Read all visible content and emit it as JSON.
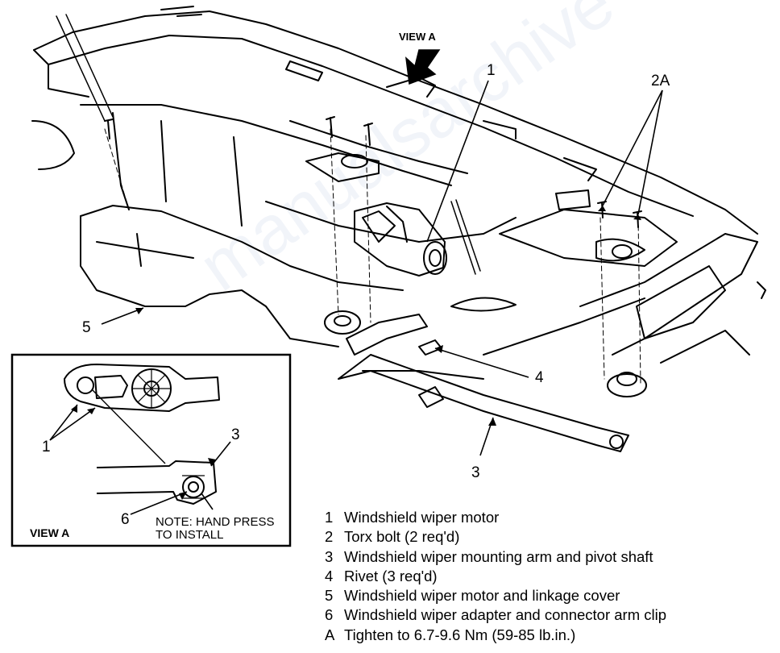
{
  "view_label": "VIEW A",
  "inset": {
    "title": "VIEW A",
    "note_line1": "NOTE: HAND PRESS",
    "note_line2": "TO INSTALL",
    "callouts": [
      "1",
      "3",
      "6"
    ]
  },
  "callouts": [
    "1",
    "2A",
    "3",
    "4",
    "5"
  ],
  "legend": [
    {
      "key": "1",
      "text": "Windshield wiper motor"
    },
    {
      "key": "2",
      "text": "Torx bolt (2 req'd)"
    },
    {
      "key": "3",
      "text": "Windshield wiper mounting arm and pivot shaft"
    },
    {
      "key": "4",
      "text": "Rivet (3 req'd)"
    },
    {
      "key": "5",
      "text": "Windshield wiper motor and linkage cover"
    },
    {
      "key": "6",
      "text": "Windshield wiper adapter and connector arm clip"
    },
    {
      "key": "A",
      "text": "Tighten to 6.7-9.6 Nm (59-85 lb.in.)"
    }
  ],
  "watermark": "manualsarchive",
  "colors": {
    "ink": "#000000",
    "background": "#ffffff"
  }
}
